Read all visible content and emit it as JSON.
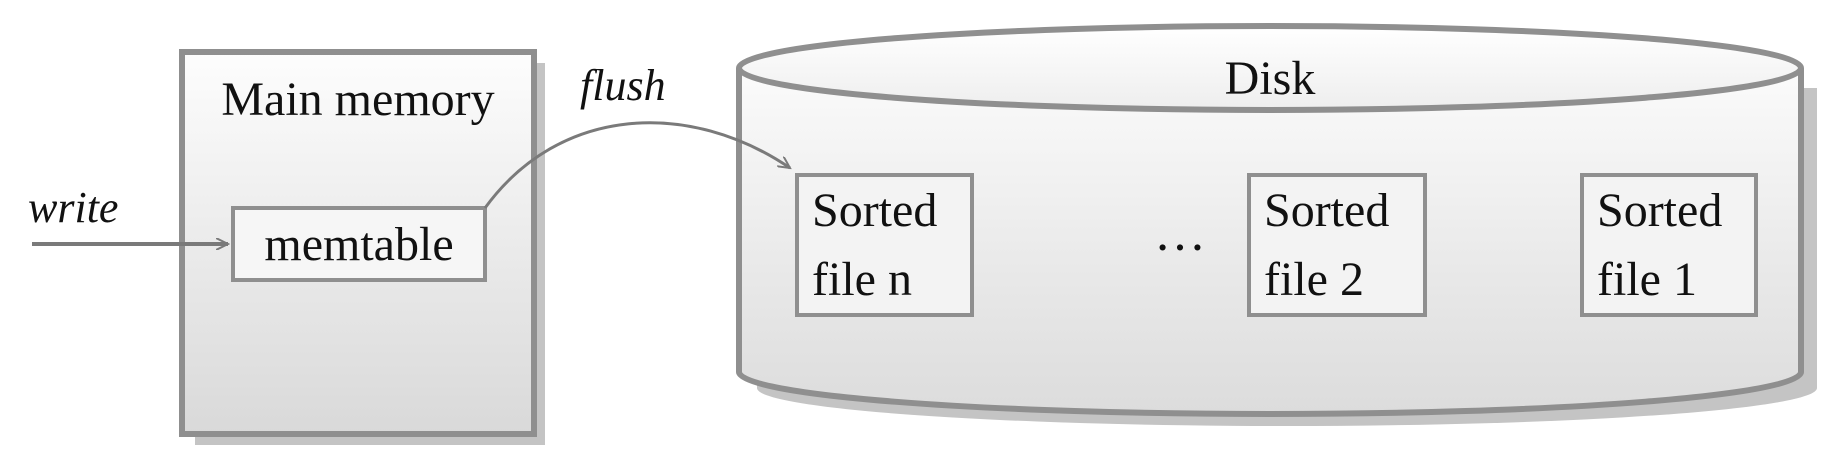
{
  "labels": {
    "write": "write",
    "flush": "flush",
    "main_memory": "Main memory",
    "memtable": "memtable",
    "disk": "Disk",
    "ellipsis": "…",
    "files": [
      {
        "line1": "Sorted",
        "line2": "file n"
      },
      {
        "line1": "Sorted",
        "line2": "file 2"
      },
      {
        "line1": "Sorted",
        "line2": "file 1"
      }
    ]
  }
}
